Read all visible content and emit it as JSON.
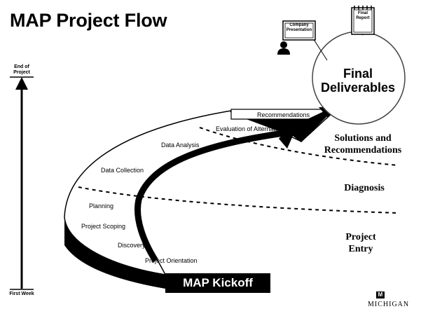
{
  "title": "MAP Project Flow",
  "timeline": {
    "end_label": "End of Project",
    "start_label": "First Week"
  },
  "final_deliverables": "Final Deliverables",
  "icons": {
    "presentation_label": "Company Presentation",
    "report_label": "Final Report"
  },
  "steps": [
    "Recommendations",
    "Evaluation of Alternatives",
    "Data Analysis",
    "Data Collection",
    "Planning",
    "Project Scoping",
    "Discovery",
    "Project Orientation"
  ],
  "kickoff_label": "MAP Kickoff",
  "phases": [
    "Solutions and Recommendations",
    "Diagnosis",
    "Project Entry"
  ],
  "logo": {
    "mark": "M",
    "text": "MICHIGAN"
  }
}
